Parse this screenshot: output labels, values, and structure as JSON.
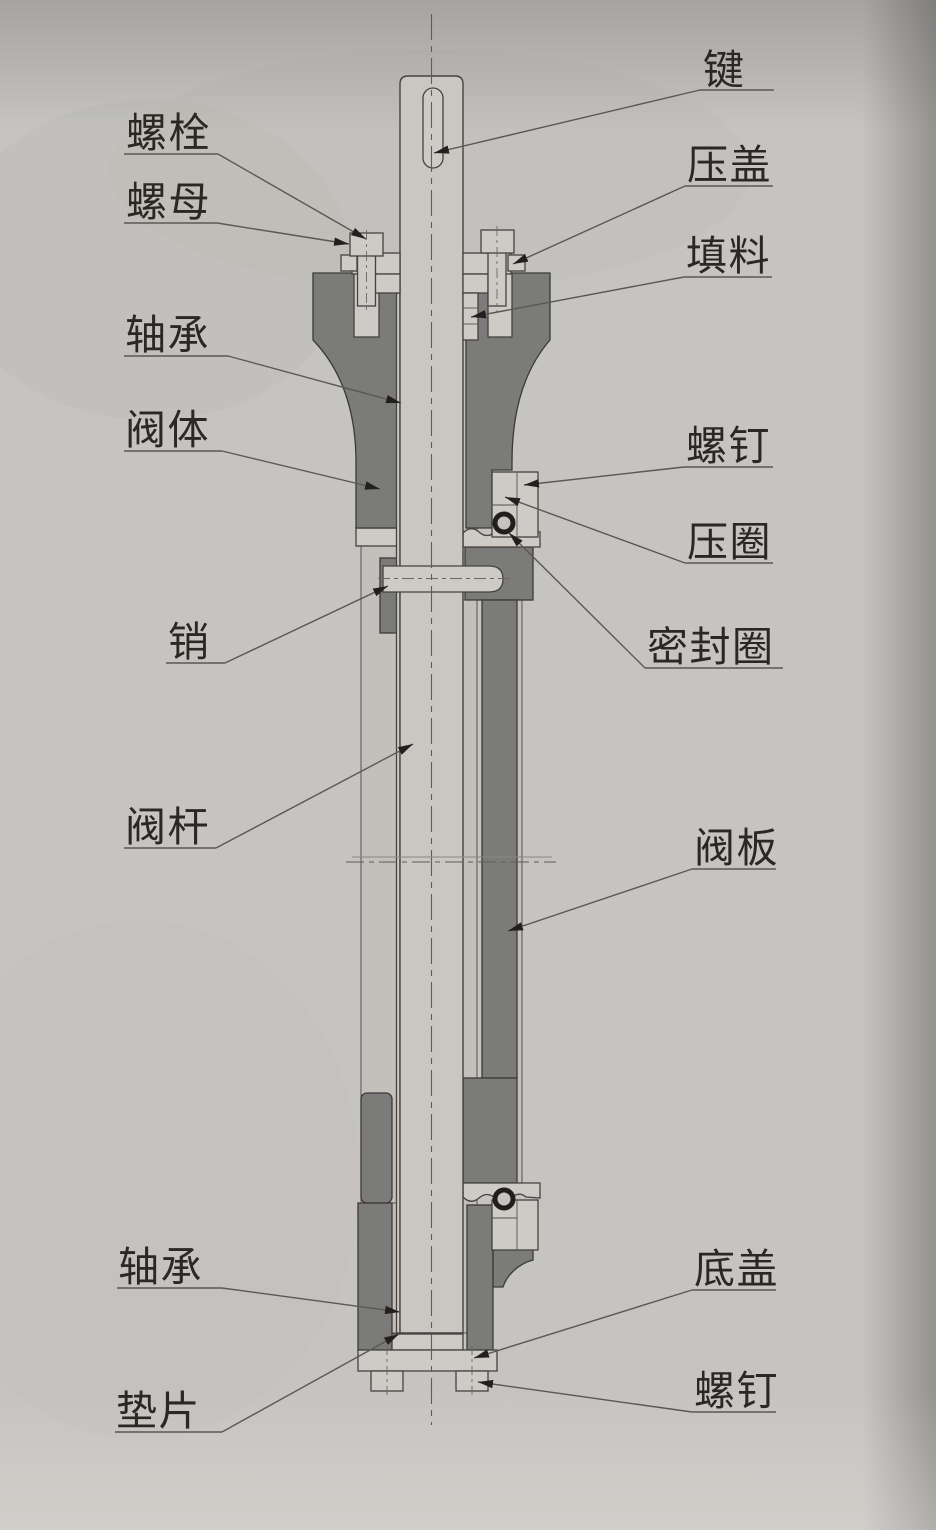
{
  "figure": {
    "type": "engineering-section-drawing",
    "labels": {
      "key": "键",
      "bolt": "螺栓",
      "gland_cover": "压盖",
      "nut": "螺母",
      "packing": "填料",
      "bearing_top": "轴承",
      "valve_body": "阀体",
      "screw_right": "螺钉",
      "pressure_ring": "压圈",
      "pin": "销",
      "seal_ring": "密封圈",
      "valve_stem": "阀杆",
      "valve_plate": "阀板",
      "bearing_bottom": "轴承",
      "bottom_cover": "底盖",
      "gasket": "垫片",
      "screw_bottom": "螺钉"
    },
    "colors": {
      "background": "#c6c4c0",
      "body_fill": "#7b7b79",
      "part_fill": "#cecbc6",
      "outline": "#45423f",
      "leader_line": "#5b5854",
      "text": "#2b2824"
    }
  }
}
